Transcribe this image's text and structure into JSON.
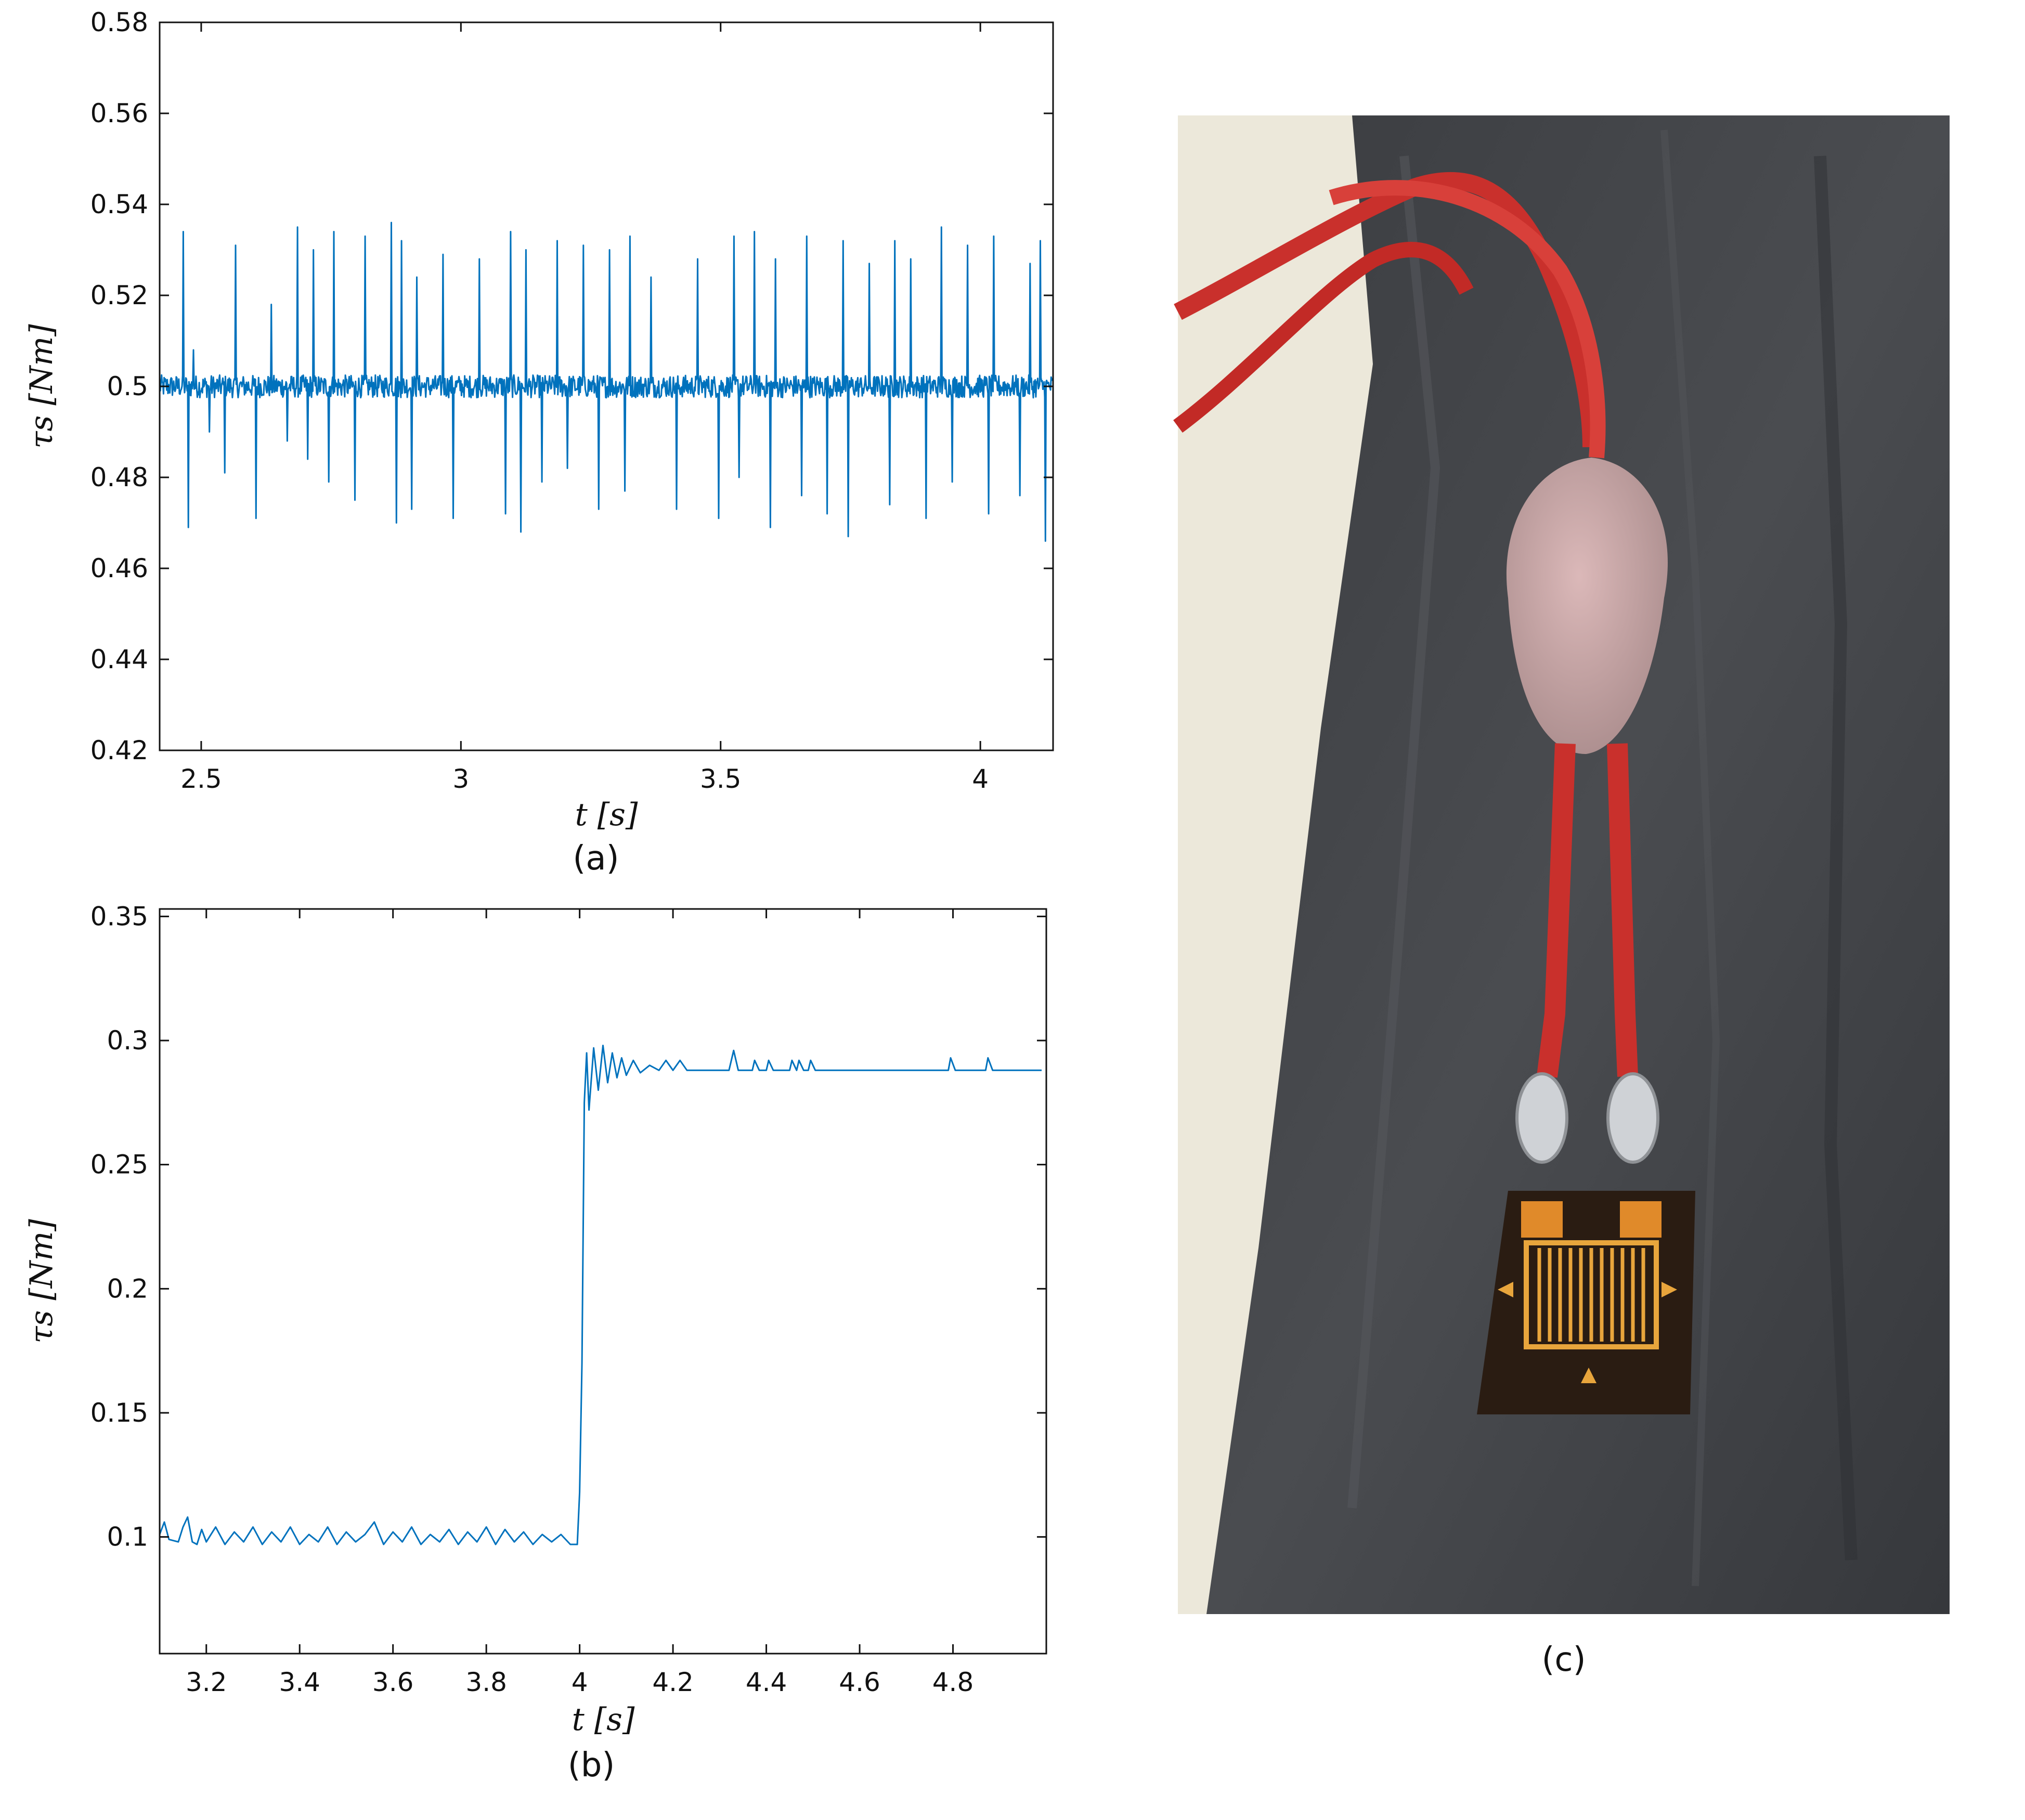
{
  "colors": {
    "series": "#0072BD",
    "axis": "#111111"
  },
  "chart_data": [
    {
      "type": "line",
      "caption": "(a)",
      "xlabel": "t [s]",
      "ylabel": "τs [Nm]",
      "xlim": [
        2.42,
        4.14
      ],
      "ylim": [
        0.42,
        0.58
      ],
      "xticks": [
        2.5,
        3,
        3.5,
        4
      ],
      "xtick_labels": [
        "2.5",
        "3",
        "3.5",
        "4"
      ],
      "yticks": [
        0.42,
        0.44,
        0.46,
        0.48,
        0.5,
        0.52,
        0.54,
        0.56,
        0.58
      ],
      "ytick_labels": [
        "0.42",
        "0.44",
        "0.46",
        "0.48",
        "0.5",
        "0.52",
        "0.54",
        "0.56",
        "0.58"
      ],
      "grid": false,
      "baseline": 0.5,
      "noise_amplitude": 0.0025,
      "spikes_up": [
        [
          2.47,
          0.534
        ],
        [
          2.49,
          0.508
        ],
        [
          2.57,
          0.531
        ],
        [
          2.64,
          0.518
        ],
        [
          2.69,
          0.535
        ],
        [
          2.72,
          0.53
        ],
        [
          2.76,
          0.534
        ],
        [
          2.82,
          0.533
        ],
        [
          2.87,
          0.536
        ],
        [
          2.89,
          0.532
        ],
        [
          2.92,
          0.524
        ],
        [
          2.97,
          0.529
        ],
        [
          3.04,
          0.528
        ],
        [
          3.1,
          0.534
        ],
        [
          3.13,
          0.53
        ],
        [
          3.19,
          0.532
        ],
        [
          3.24,
          0.531
        ],
        [
          3.29,
          0.53
        ],
        [
          3.33,
          0.533
        ],
        [
          3.37,
          0.524
        ],
        [
          3.46,
          0.528
        ],
        [
          3.53,
          0.533
        ],
        [
          3.57,
          0.534
        ],
        [
          3.61,
          0.528
        ],
        [
          3.67,
          0.533
        ],
        [
          3.74,
          0.532
        ],
        [
          3.79,
          0.527
        ],
        [
          3.84,
          0.532
        ],
        [
          3.87,
          0.528
        ],
        [
          3.93,
          0.535
        ],
        [
          3.98,
          0.531
        ],
        [
          4.03,
          0.533
        ],
        [
          4.1,
          0.527
        ],
        [
          4.12,
          0.532
        ]
      ],
      "spikes_down": [
        [
          2.48,
          0.469
        ],
        [
          2.52,
          0.49
        ],
        [
          2.55,
          0.481
        ],
        [
          2.61,
          0.471
        ],
        [
          2.67,
          0.488
        ],
        [
          2.71,
          0.484
        ],
        [
          2.75,
          0.479
        ],
        [
          2.8,
          0.475
        ],
        [
          2.88,
          0.47
        ],
        [
          2.91,
          0.473
        ],
        [
          2.99,
          0.471
        ],
        [
          3.09,
          0.472
        ],
        [
          3.12,
          0.468
        ],
        [
          3.16,
          0.479
        ],
        [
          3.21,
          0.482
        ],
        [
          3.27,
          0.473
        ],
        [
          3.32,
          0.477
        ],
        [
          3.42,
          0.473
        ],
        [
          3.5,
          0.471
        ],
        [
          3.54,
          0.48
        ],
        [
          3.6,
          0.469
        ],
        [
          3.66,
          0.476
        ],
        [
          3.71,
          0.472
        ],
        [
          3.75,
          0.467
        ],
        [
          3.83,
          0.474
        ],
        [
          3.9,
          0.471
        ],
        [
          3.95,
          0.479
        ],
        [
          4.02,
          0.472
        ],
        [
          4.08,
          0.476
        ],
        [
          4.13,
          0.466
        ]
      ]
    },
    {
      "type": "line",
      "caption": "(b)",
      "xlabel": "t [s]",
      "ylabel": "τs [Nm]",
      "xlim": [
        3.1,
        5.0
      ],
      "ylim": [
        0.053,
        0.353
      ],
      "xticks": [
        3.2,
        3.4,
        3.6,
        3.8,
        4,
        4.2,
        4.4,
        4.6,
        4.8
      ],
      "xtick_labels": [
        "3.2",
        "3.4",
        "3.6",
        "3.8",
        "4",
        "4.2",
        "4.4",
        "4.6",
        "4.8"
      ],
      "yticks": [
        0.1,
        0.15,
        0.2,
        0.25,
        0.3,
        0.35
      ],
      "ytick_labels": [
        "0.1",
        "0.15",
        "0.2",
        "0.25",
        "0.3",
        "0.35"
      ],
      "grid": false,
      "steady_before": 0.1,
      "step_time": 4.0,
      "steady_after": 0.288,
      "points": [
        [
          3.1,
          0.101
        ],
        [
          3.11,
          0.106
        ],
        [
          3.12,
          0.099
        ],
        [
          3.14,
          0.098
        ],
        [
          3.15,
          0.104
        ],
        [
          3.16,
          0.108
        ],
        [
          3.17,
          0.098
        ],
        [
          3.18,
          0.097
        ],
        [
          3.19,
          0.103
        ],
        [
          3.2,
          0.098
        ],
        [
          3.22,
          0.104
        ],
        [
          3.24,
          0.097
        ],
        [
          3.26,
          0.102
        ],
        [
          3.28,
          0.098
        ],
        [
          3.3,
          0.104
        ],
        [
          3.32,
          0.097
        ],
        [
          3.34,
          0.102
        ],
        [
          3.36,
          0.098
        ],
        [
          3.38,
          0.104
        ],
        [
          3.4,
          0.097
        ],
        [
          3.42,
          0.101
        ],
        [
          3.44,
          0.098
        ],
        [
          3.46,
          0.104
        ],
        [
          3.48,
          0.097
        ],
        [
          3.5,
          0.102
        ],
        [
          3.52,
          0.098
        ],
        [
          3.54,
          0.101
        ],
        [
          3.56,
          0.106
        ],
        [
          3.58,
          0.097
        ],
        [
          3.6,
          0.102
        ],
        [
          3.62,
          0.098
        ],
        [
          3.64,
          0.104
        ],
        [
          3.66,
          0.097
        ],
        [
          3.68,
          0.101
        ],
        [
          3.7,
          0.098
        ],
        [
          3.72,
          0.103
        ],
        [
          3.74,
          0.097
        ],
        [
          3.76,
          0.102
        ],
        [
          3.78,
          0.098
        ],
        [
          3.8,
          0.104
        ],
        [
          3.82,
          0.097
        ],
        [
          3.84,
          0.103
        ],
        [
          3.86,
          0.098
        ],
        [
          3.88,
          0.102
        ],
        [
          3.9,
          0.097
        ],
        [
          3.92,
          0.101
        ],
        [
          3.94,
          0.098
        ],
        [
          3.96,
          0.101
        ],
        [
          3.98,
          0.097
        ],
        [
          3.995,
          0.097
        ],
        [
          4.0,
          0.118
        ],
        [
          4.005,
          0.17
        ],
        [
          4.01,
          0.275
        ],
        [
          4.015,
          0.295
        ],
        [
          4.02,
          0.272
        ],
        [
          4.03,
          0.297
        ],
        [
          4.04,
          0.28
        ],
        [
          4.05,
          0.298
        ],
        [
          4.06,
          0.283
        ],
        [
          4.07,
          0.295
        ],
        [
          4.08,
          0.285
        ],
        [
          4.09,
          0.293
        ],
        [
          4.1,
          0.286
        ],
        [
          4.115,
          0.292
        ],
        [
          4.13,
          0.287
        ],
        [
          4.15,
          0.29
        ],
        [
          4.17,
          0.288
        ],
        [
          4.185,
          0.292
        ],
        [
          4.2,
          0.288
        ],
        [
          4.215,
          0.292
        ],
        [
          4.23,
          0.288
        ],
        [
          4.32,
          0.288
        ],
        [
          4.33,
          0.296
        ],
        [
          4.34,
          0.288
        ],
        [
          4.37,
          0.288
        ],
        [
          4.375,
          0.292
        ],
        [
          4.385,
          0.288
        ],
        [
          4.4,
          0.288
        ],
        [
          4.405,
          0.292
        ],
        [
          4.415,
          0.288
        ],
        [
          4.45,
          0.288
        ],
        [
          4.455,
          0.292
        ],
        [
          4.465,
          0.288
        ],
        [
          4.47,
          0.292
        ],
        [
          4.48,
          0.288
        ],
        [
          4.49,
          0.288
        ],
        [
          4.495,
          0.292
        ],
        [
          4.505,
          0.288
        ],
        [
          4.79,
          0.288
        ],
        [
          4.795,
          0.293
        ],
        [
          4.805,
          0.288
        ],
        [
          4.87,
          0.288
        ],
        [
          4.875,
          0.293
        ],
        [
          4.885,
          0.288
        ],
        [
          4.99,
          0.288
        ]
      ]
    }
  ],
  "photo": {
    "caption": "(c)"
  }
}
